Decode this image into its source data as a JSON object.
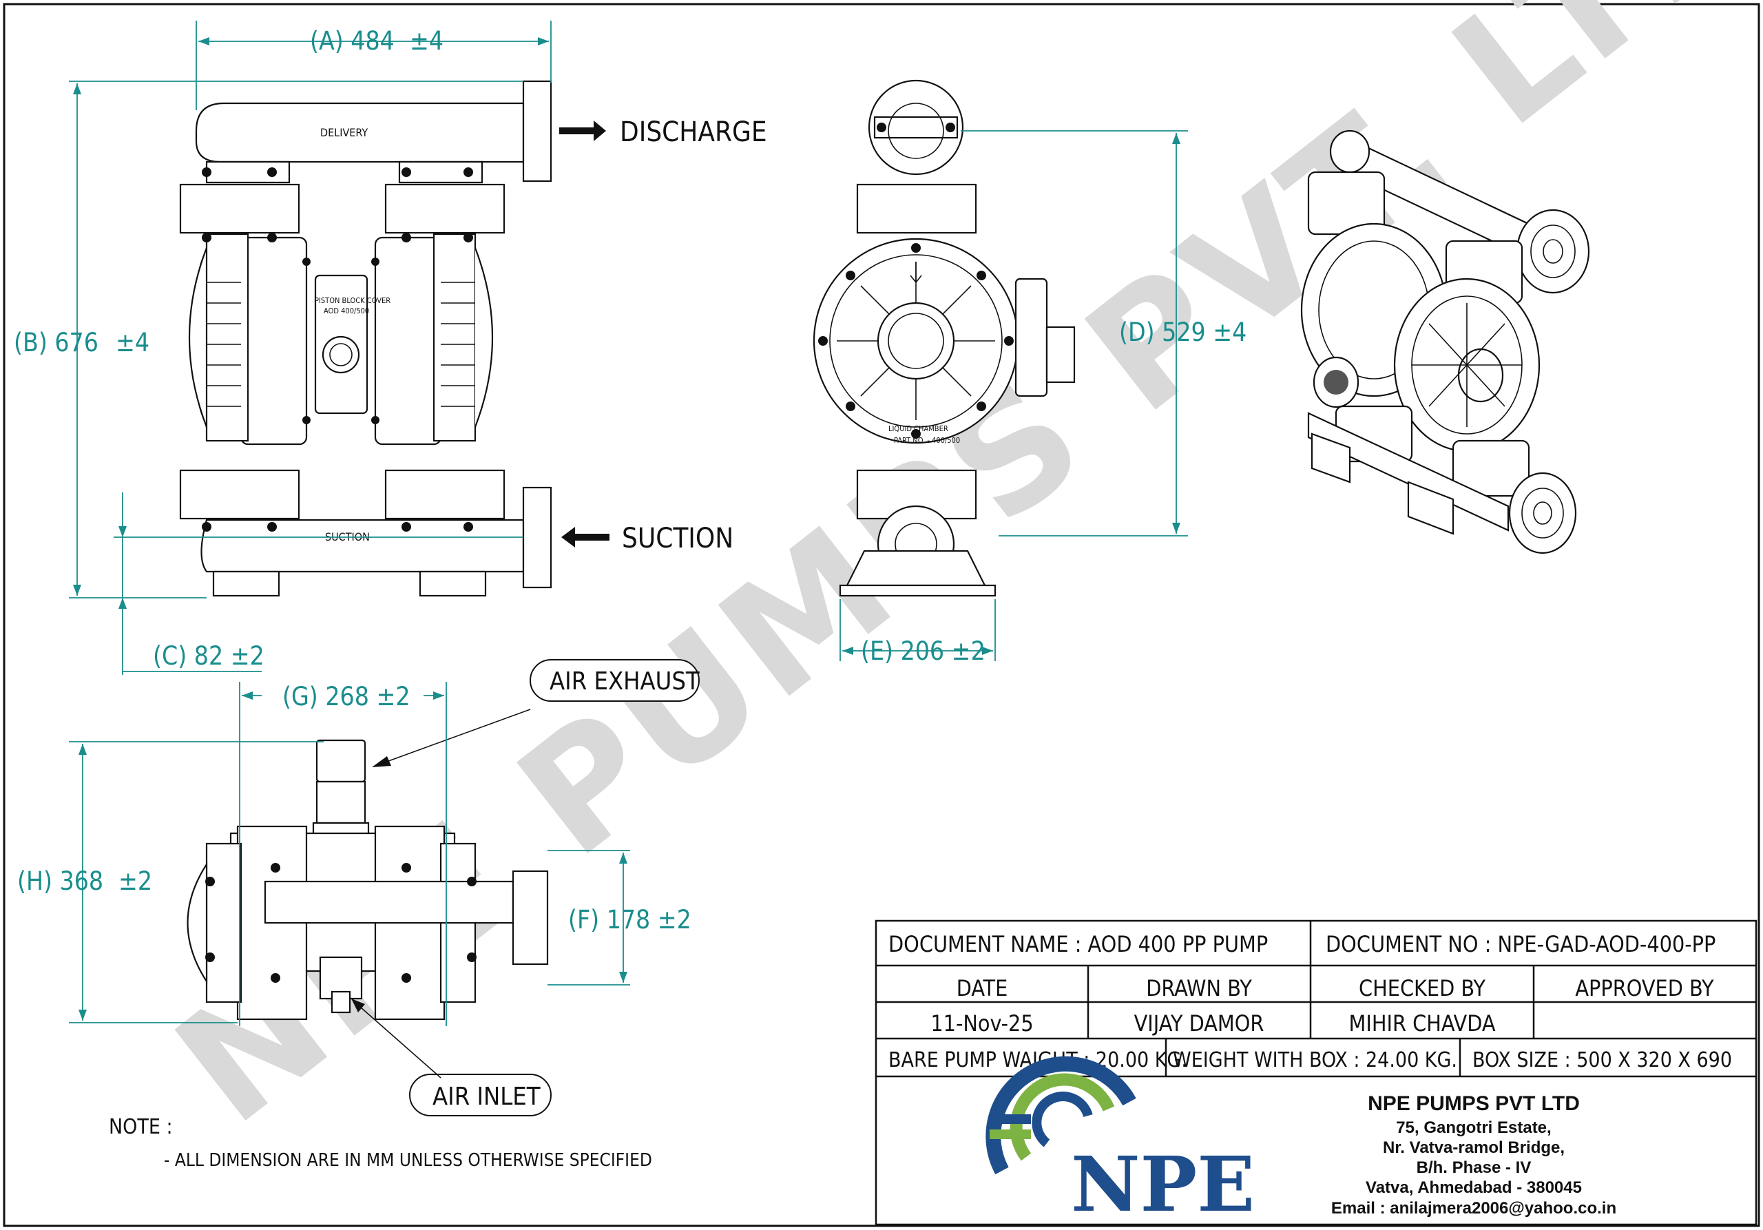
{
  "watermark": "NPE PUMPS PVT. LTD.",
  "dimensions": {
    "a": {
      "label": "(A) 484",
      "tol": "±4"
    },
    "b": {
      "label": "(B) 676",
      "tol": "±4"
    },
    "c": {
      "label": "(C) 82 ±2"
    },
    "d": {
      "label": "(D) 529 ±4"
    },
    "e": {
      "label": "(E) 206 ±2"
    },
    "f": {
      "label": "(F) 178 ±2"
    },
    "g": {
      "label": "(G) 268 ±2"
    },
    "h": {
      "label": "(H) 368",
      "tol": "±2"
    }
  },
  "callouts": {
    "discharge": "DISCHARGE",
    "suction": "SUCTION",
    "air_exhaust": "AIR EXHAUST",
    "air_inlet": "AIR INLET",
    "delivery": "DELIVERY",
    "suction_small": "SUCTION",
    "piston_block_cover": "PISTON BLOCK COVER",
    "piston_part": "AOD 400/500",
    "liquid_chamber": "LIQUID CHAMBER",
    "liquid_part": "PART NO. - 400/500"
  },
  "note": {
    "title": "NOTE :",
    "line": "- ALL DIMENSION ARE IN MM UNLESS OTHERWISE SPECIFIED"
  },
  "title_block": {
    "document_name": "DOCUMENT NAME : AOD 400 PP PUMP",
    "document_no": "DOCUMENT NO : NPE-GAD-AOD-400-PP",
    "date_header": "DATE",
    "drawn_by_header": "DRAWN BY",
    "checked_by_header": "CHECKED BY",
    "approved_by_header": "APPROVED BY",
    "date": "11-Nov-25",
    "drawn_by": "VIJAY DAMOR",
    "checked_by": "MIHIR CHAVDA",
    "approved_by": "",
    "bare_weight": "BARE PUMP WAIGHT : 20.00 KG.",
    "box_weight": "WEIGHT WITH BOX : 24.00 KG.",
    "box_size": "BOX SIZE : 500 X 320 X 690"
  },
  "company": {
    "logo_text": "NPE",
    "name": "NPE PUMPS PVT LTD",
    "address1": "75, Gangotri Estate,",
    "address2": "Nr. Vatva-ramol Bridge,",
    "address3": "B/h. Phase - IV",
    "address4": "Vatva, Ahmedabad - 380045",
    "email": "Email : anilajmera2006@yahoo.co.in"
  },
  "colors": {
    "dimension": "#1a8d8d",
    "logo_blue": "#1f4e8c",
    "logo_green": "#7cb342",
    "watermark": "#d9d9d9"
  }
}
